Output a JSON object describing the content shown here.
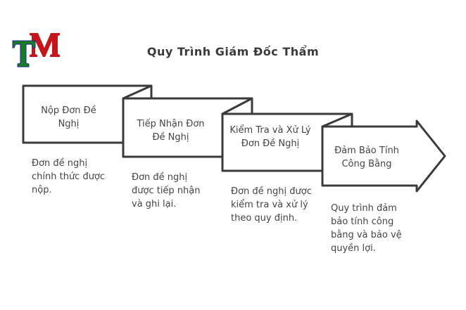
{
  "title": "Quy Trình Giám Đốc Thẩm",
  "logo": {
    "text": "TM",
    "colors": {
      "T": "#1a7a2a",
      "M": "#c4161c"
    }
  },
  "steps": [
    {
      "label": "Nộp Đơn Đề Nghị",
      "description": "Đơn đề nghị chính thức được nộp."
    },
    {
      "label": "Tiếp Nhận Đơn Đề Nghị",
      "description": "Đơn đề nghị được tiếp nhận và ghi lại."
    },
    {
      "label": "Kiểm Tra và Xử Lý Đơn Đề Nghị",
      "description": "Đơn đề nghị được kiểm tra và xử lý theo quy định."
    },
    {
      "label": "Đảm Bảo Tính Công Bằng",
      "description": "Quy trình đảm bảo tính công bằng và bảo vệ quyền lợi."
    }
  ],
  "colors": {
    "stroke": "#3a3a3a",
    "text": "#444444"
  }
}
